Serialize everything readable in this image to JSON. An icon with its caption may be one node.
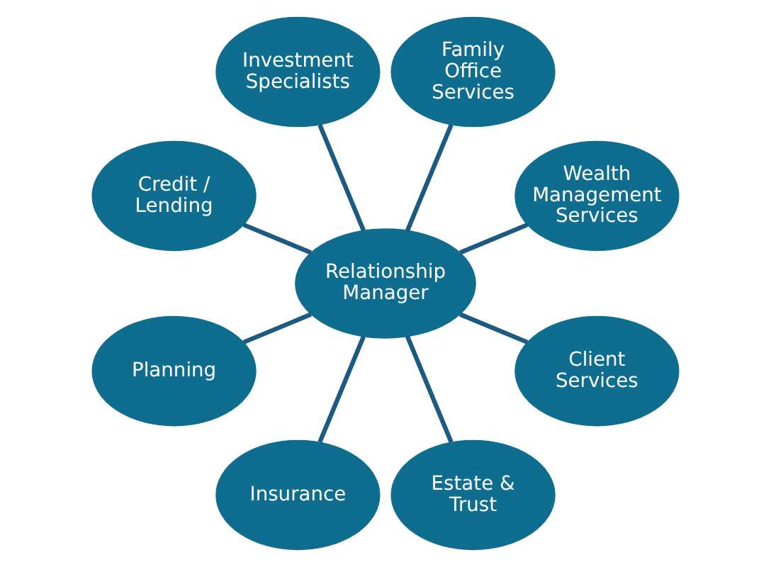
{
  "diagram": {
    "nodes": [
      {
        "text": [
          "Investment Specialists"
        ]
      },
      {
        "text": [
          "Credit / Lending"
        ]
      },
      {
        "text": [
          "Family Office Services"
        ]
      },
      {
        "text": [
          "Relationship Manager"
        ]
      },
      {
        "text": [
          "Planning"
        ]
      },
      {
        "text": [
          "Wealth Management Services"
        ]
      },
      {
        "text": [
          "Insurance"
        ]
      },
      {
        "text": [
          "Client Services"
        ]
      },
      {
        "text": [
          "Estate & Trust"
        ]
      }
    ],
    "edges": [
      {
        "from": 3,
        "to": 5,
        "arrow": "none"
      },
      {
        "from": 3,
        "to": 2,
        "arrow": "none"
      },
      {
        "from": 3,
        "to": 0,
        "arrow": "none"
      },
      {
        "from": 3,
        "to": 1,
        "arrow": "none"
      },
      {
        "from": 3,
        "to": 4,
        "arrow": "none"
      },
      {
        "from": 3,
        "to": 6,
        "arrow": "none"
      },
      {
        "from": 3,
        "to": 8,
        "arrow": "none"
      },
      {
        "from": 3,
        "to": 7,
        "arrow": "none"
      }
    ]
  }
}
